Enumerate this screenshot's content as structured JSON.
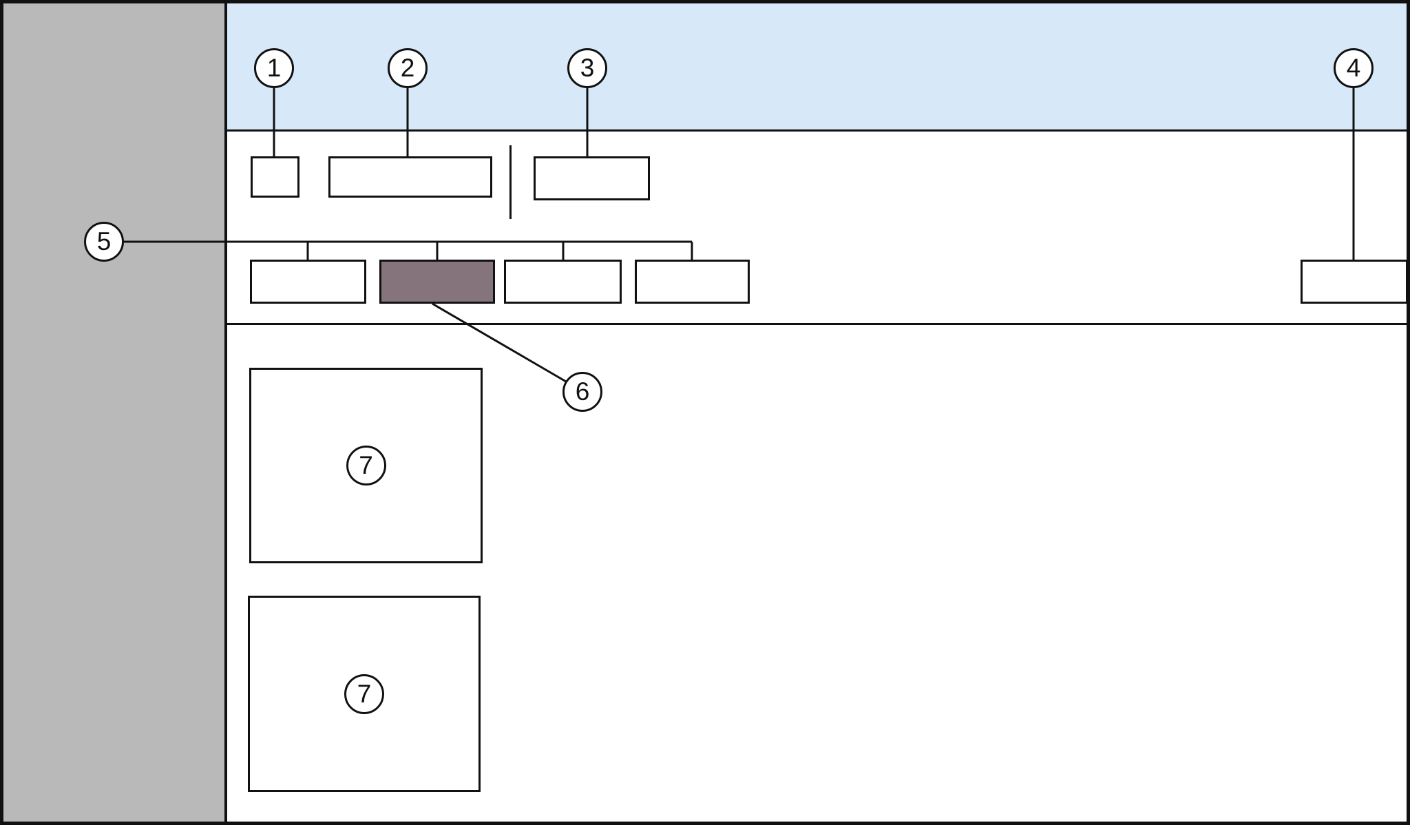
{
  "figure": {
    "type": "ui-wireframe-callout-diagram",
    "colors": {
      "sidebar": "#b9b9b9",
      "header": "#d7e9f8",
      "selected_tab": "#85747b",
      "outline": "#111111",
      "background": "#ffffff"
    },
    "regions": {
      "sidebar": "left vertical panel",
      "header": "top title band",
      "toolbar": "row with small button, wide field, divider, button",
      "tab_row": "four tabs, second tab highlighted, one control at far right",
      "content": "two square content placeholders"
    }
  },
  "callouts": [
    {
      "key": "c1",
      "label": "1"
    },
    {
      "key": "c2",
      "label": "2"
    },
    {
      "key": "c3",
      "label": "3"
    },
    {
      "key": "c4",
      "label": "4"
    },
    {
      "key": "c5",
      "label": "5"
    },
    {
      "key": "c6",
      "label": "6"
    },
    {
      "key": "c7a",
      "label": "7"
    },
    {
      "key": "c7b",
      "label": "7"
    }
  ]
}
